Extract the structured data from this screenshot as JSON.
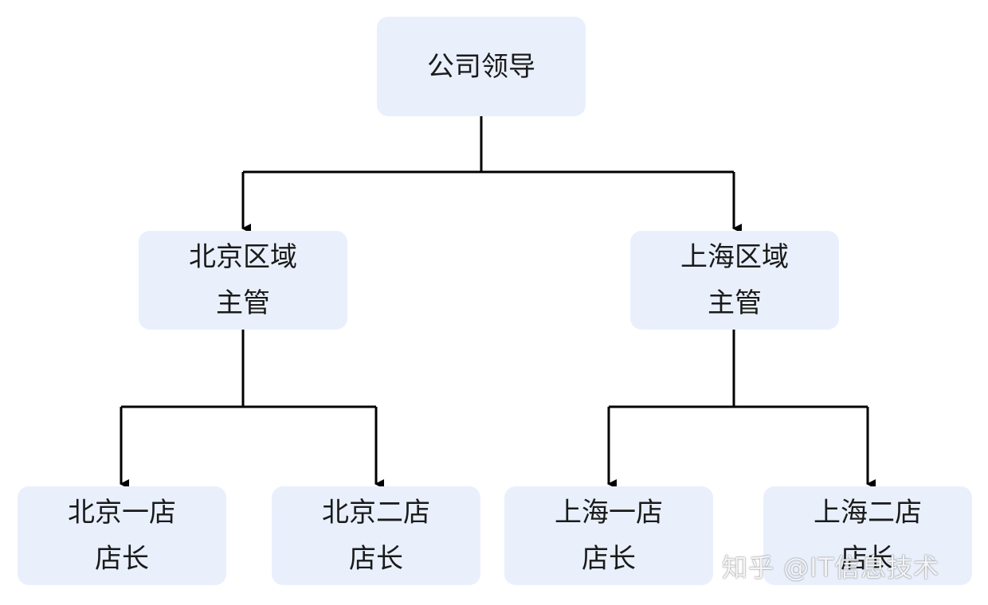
{
  "diagram": {
    "root": {
      "label": "公司领导"
    },
    "regions": [
      {
        "line1": "北京区域",
        "line2": "主管"
      },
      {
        "line1": "上海区域",
        "line2": "主管"
      }
    ],
    "stores": [
      {
        "line1": "北京一店",
        "line2": "店长"
      },
      {
        "line1": "北京二店",
        "line2": "店长"
      },
      {
        "line1": "上海一店",
        "line2": "店长"
      },
      {
        "line1": "上海二店",
        "line2": "店长"
      }
    ],
    "colors": {
      "node_fill": "#e9f0fc",
      "line": "#000000",
      "text": "#1a1a1a"
    }
  },
  "watermark": {
    "text": "知乎 @IT信息技术"
  }
}
